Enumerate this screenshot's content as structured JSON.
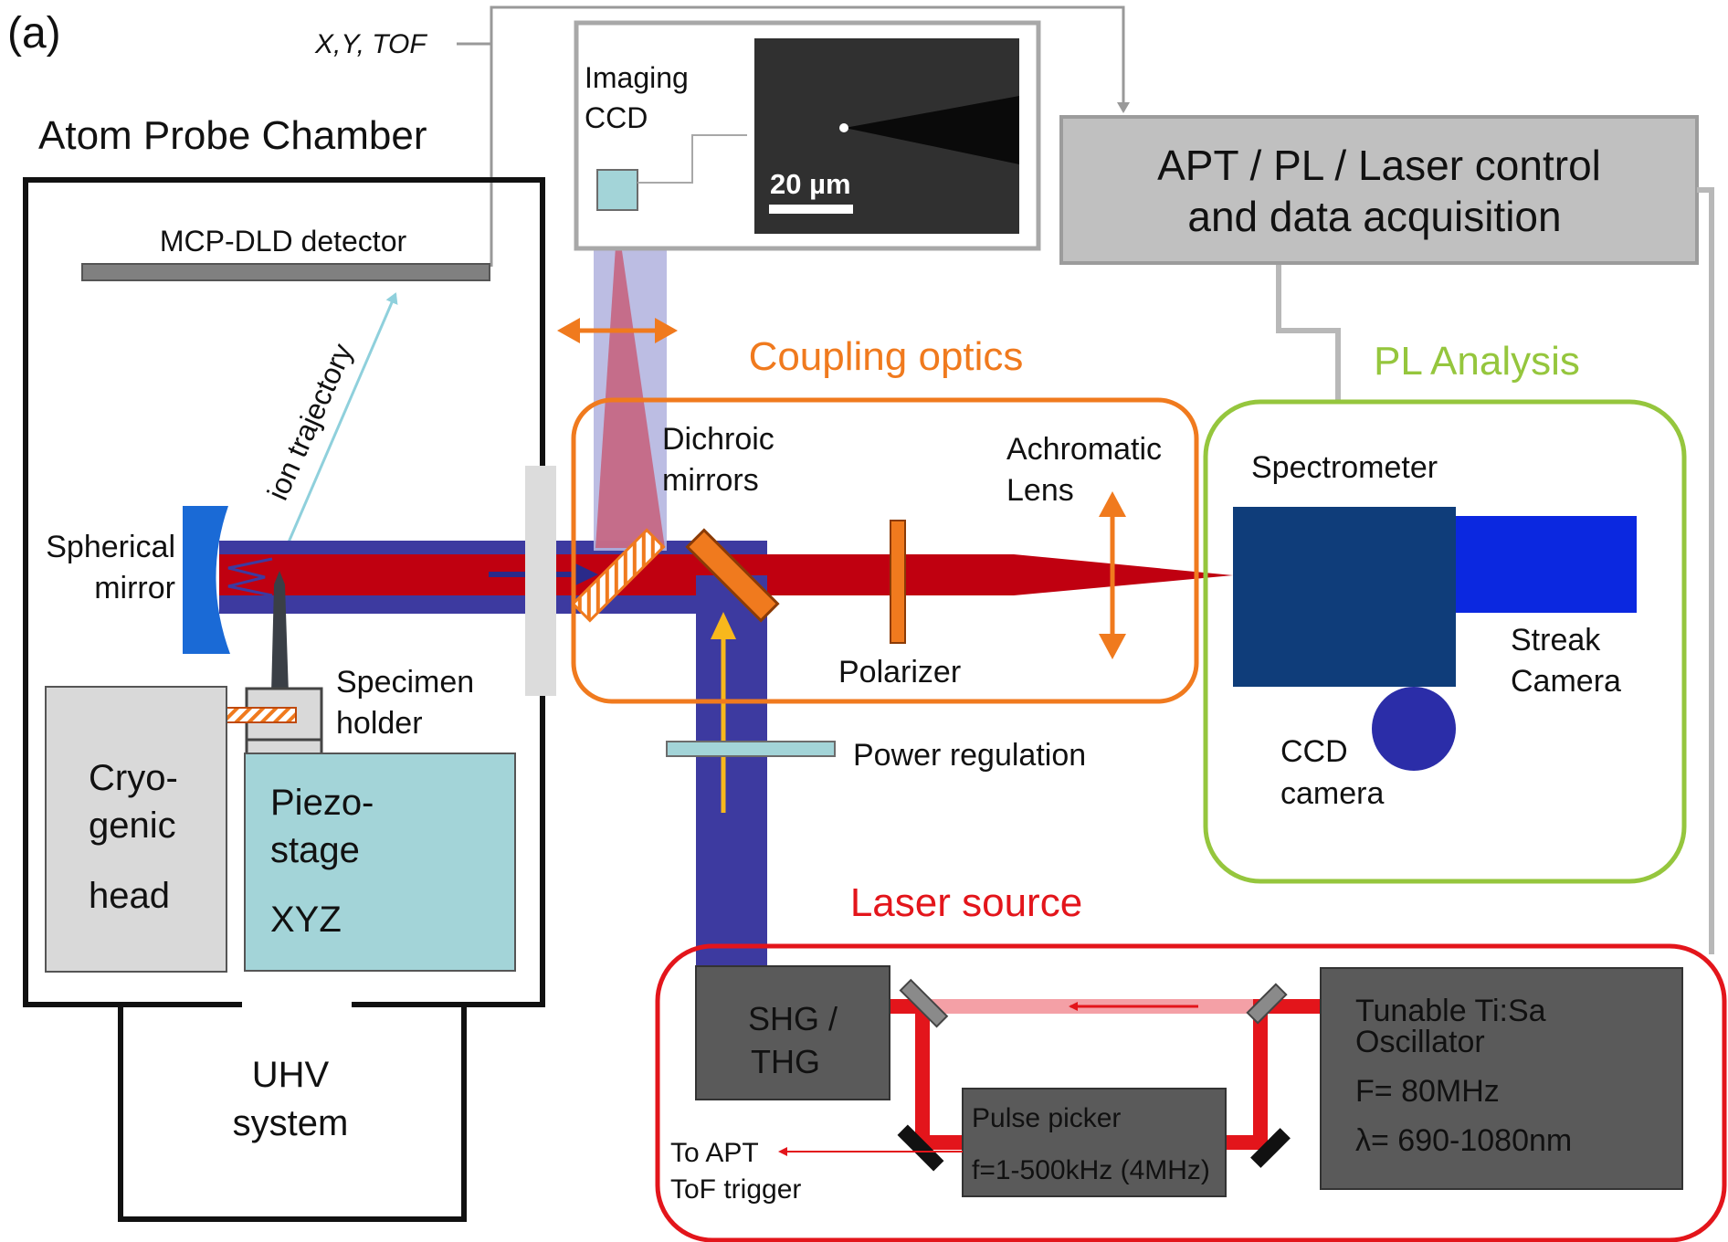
{
  "panel_label": "(a)",
  "signal_label": "X,Y, TOF",
  "chamber": {
    "title": "Atom Probe Chamber",
    "detector": "MCP-DLD detector",
    "ion_trajectory": "ion trajectory",
    "spherical_mirror": [
      "Spherical",
      "mirror"
    ],
    "specimen_holder": [
      "Specimen",
      "holder"
    ],
    "cryo_head": [
      "Cryo-",
      "genic",
      "head"
    ],
    "piezo_stage": [
      "Piezo-",
      "stage",
      "XYZ"
    ],
    "uhv": [
      "UHV",
      "system"
    ]
  },
  "imaging": {
    "label": [
      "Imaging",
      "CCD"
    ],
    "scale_bar": "20 µm"
  },
  "control_box": [
    "APT / PL / Laser control",
    "and data acquisition"
  ],
  "coupling": {
    "title": "Coupling optics",
    "dichroic": [
      "Dichroic",
      "mirrors"
    ],
    "achromatic": [
      "Achromatic",
      "Lens"
    ],
    "polarizer": "Polarizer",
    "power_regulation": "Power regulation"
  },
  "pl_analysis": {
    "title": "PL Analysis",
    "spectrometer": "Spectrometer",
    "streak": [
      "Streak",
      "Camera"
    ],
    "ccd": [
      "CCD",
      "camera"
    ]
  },
  "laser": {
    "title": "Laser source",
    "shg": [
      "SHG /",
      "THG"
    ],
    "oscillator": [
      "Tunable Ti:Sa",
      "Oscillator",
      "F= 80MHz",
      "λ= 690-1080nm"
    ],
    "pulse_picker": [
      "Pulse picker",
      "f=1-500kHz (4MHz)"
    ],
    "trigger": [
      "To APT",
      "ToF trigger"
    ]
  },
  "colors": {
    "orange": "#f07a1e",
    "green": "#95c63d",
    "red": "#e3151b",
    "blue_beam": "#3d3aa0",
    "red_beam": "#c00010",
    "box_gray": "#5a5a5a",
    "teal": "#a3d4d8"
  }
}
